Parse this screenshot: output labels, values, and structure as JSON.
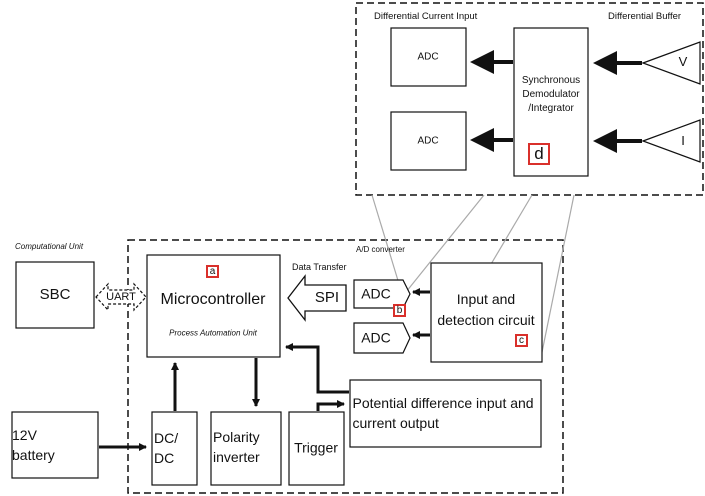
{
  "inset": {
    "title_left": "Differential Current Input",
    "title_right": "Differential Buffer",
    "adc_top": "ADC",
    "adc_bottom": "ADC",
    "demod": "Synchronous Demodulator /Integrator",
    "buffer_v": "V",
    "buffer_i": "I",
    "tag_d": "d"
  },
  "main": {
    "computational_unit": "Computational Unit",
    "sbc": "SBC",
    "uart": "UART",
    "microcontroller": "Microcontroller",
    "process_unit": "Process Automation Unit",
    "tag_a": "a",
    "data_transfer": "Data Transfer",
    "spi": "SPI",
    "ad_converter": "A/D converter",
    "adc1": "ADC",
    "adc2": "ADC",
    "tag_b": "b",
    "input_circuit": "Input and detection circuit",
    "tag_c": "c",
    "potential": "Potential difference input and current output",
    "battery": "12V battery",
    "dcdc": "DC/ DC",
    "polarity": "Polarity inverter",
    "trigger": "Trigger"
  }
}
